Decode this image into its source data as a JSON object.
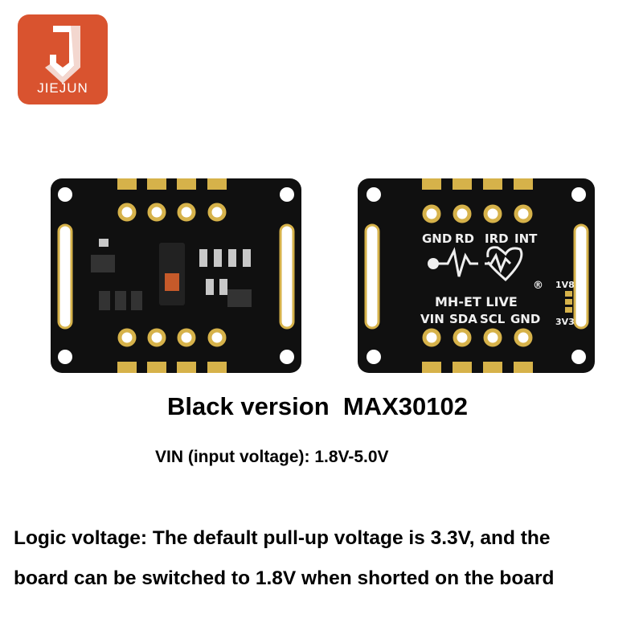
{
  "logo": {
    "text": "JIEJUN",
    "color": "#d9532f"
  },
  "board_back": {
    "top_pins": [
      "GND",
      "RD",
      "IRD",
      "INT"
    ],
    "bottom_pins": [
      "VIN",
      "SDA",
      "SCL",
      "GND"
    ],
    "brand": "MH-ET LIVE",
    "registered": "®",
    "jumper_top": "1V8",
    "jumper_bottom": "3V3"
  },
  "title": "Black version  MAX30102",
  "vin_text": "VIN (input voltage): 1.8V-5.0V",
  "logic_line1": "Logic voltage: The default pull-up voltage is 3.3V, and the",
  "logic_line2": "board can be switched to 1.8V when shorted on the board",
  "colors": {
    "pcb": "#101010",
    "gold": "#d6b24a",
    "logo_bg": "#d9532f"
  }
}
